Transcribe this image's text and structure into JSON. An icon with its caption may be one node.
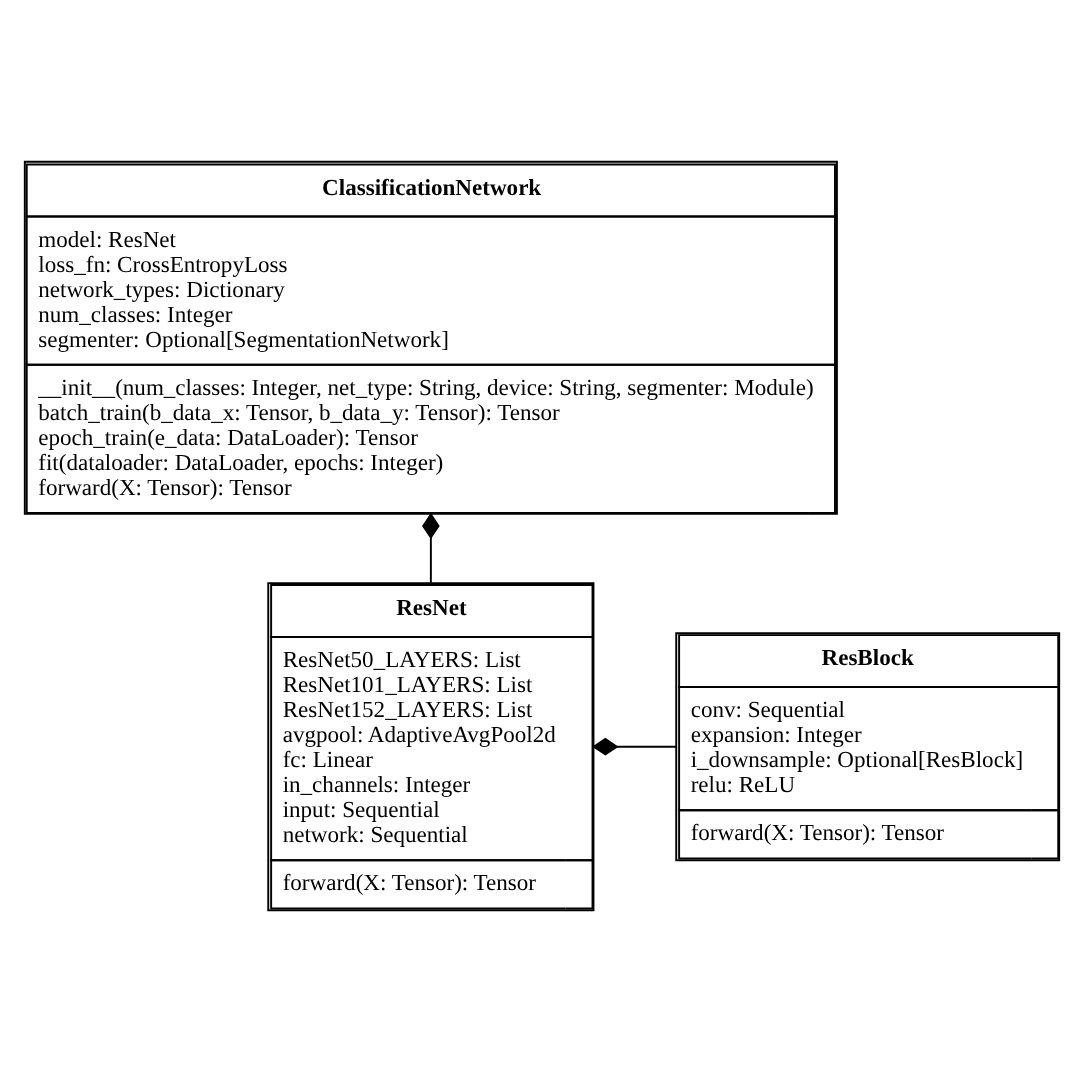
{
  "diagram": {
    "nodes": [
      {
        "text": [
          "ClassificationNetwork",
          "model: ResNet",
          "loss_fn: CrossEntropyLoss",
          "network_types: Dictionary",
          "num_classes: Integer",
          "segmenter: Optional[SegmentationNetwork]",
          "__init__(num_classes: Integer, net_type: String, device: String, segmenter: Module)",
          "batch_train(b_data_x: Tensor, b_data_y: Tensor): Tensor",
          "epoch_train(e_data: DataLoader): Tensor",
          "fit(dataloader: DataLoader, epochs: Integer)",
          "forward(X: Tensor): Tensor"
        ]
      },
      {
        "text": [
          "ResNet",
          "ResNet50_LAYERS: List",
          "ResNet101_LAYERS: List",
          "ResNet152_LAYERS: List",
          "avgpool: AdaptiveAvgPool2d",
          "fc: Linear",
          "in_channels: Integer",
          "input: Sequential",
          "network: Sequential",
          "forward(X: Tensor): Tensor"
        ]
      },
      {
        "text": [
          "ResBlock",
          "conv: Sequential",
          "expansion: Integer",
          "i_downsample: Optional[ResBlock]",
          "relu: ReLU",
          "forward(X: Tensor): Tensor"
        ]
      }
    ],
    "edges": [
      {
        "from": 1,
        "to": 0,
        "arrow": "other"
      },
      {
        "from": 2,
        "to": 1,
        "arrow": "other"
      }
    ]
  }
}
